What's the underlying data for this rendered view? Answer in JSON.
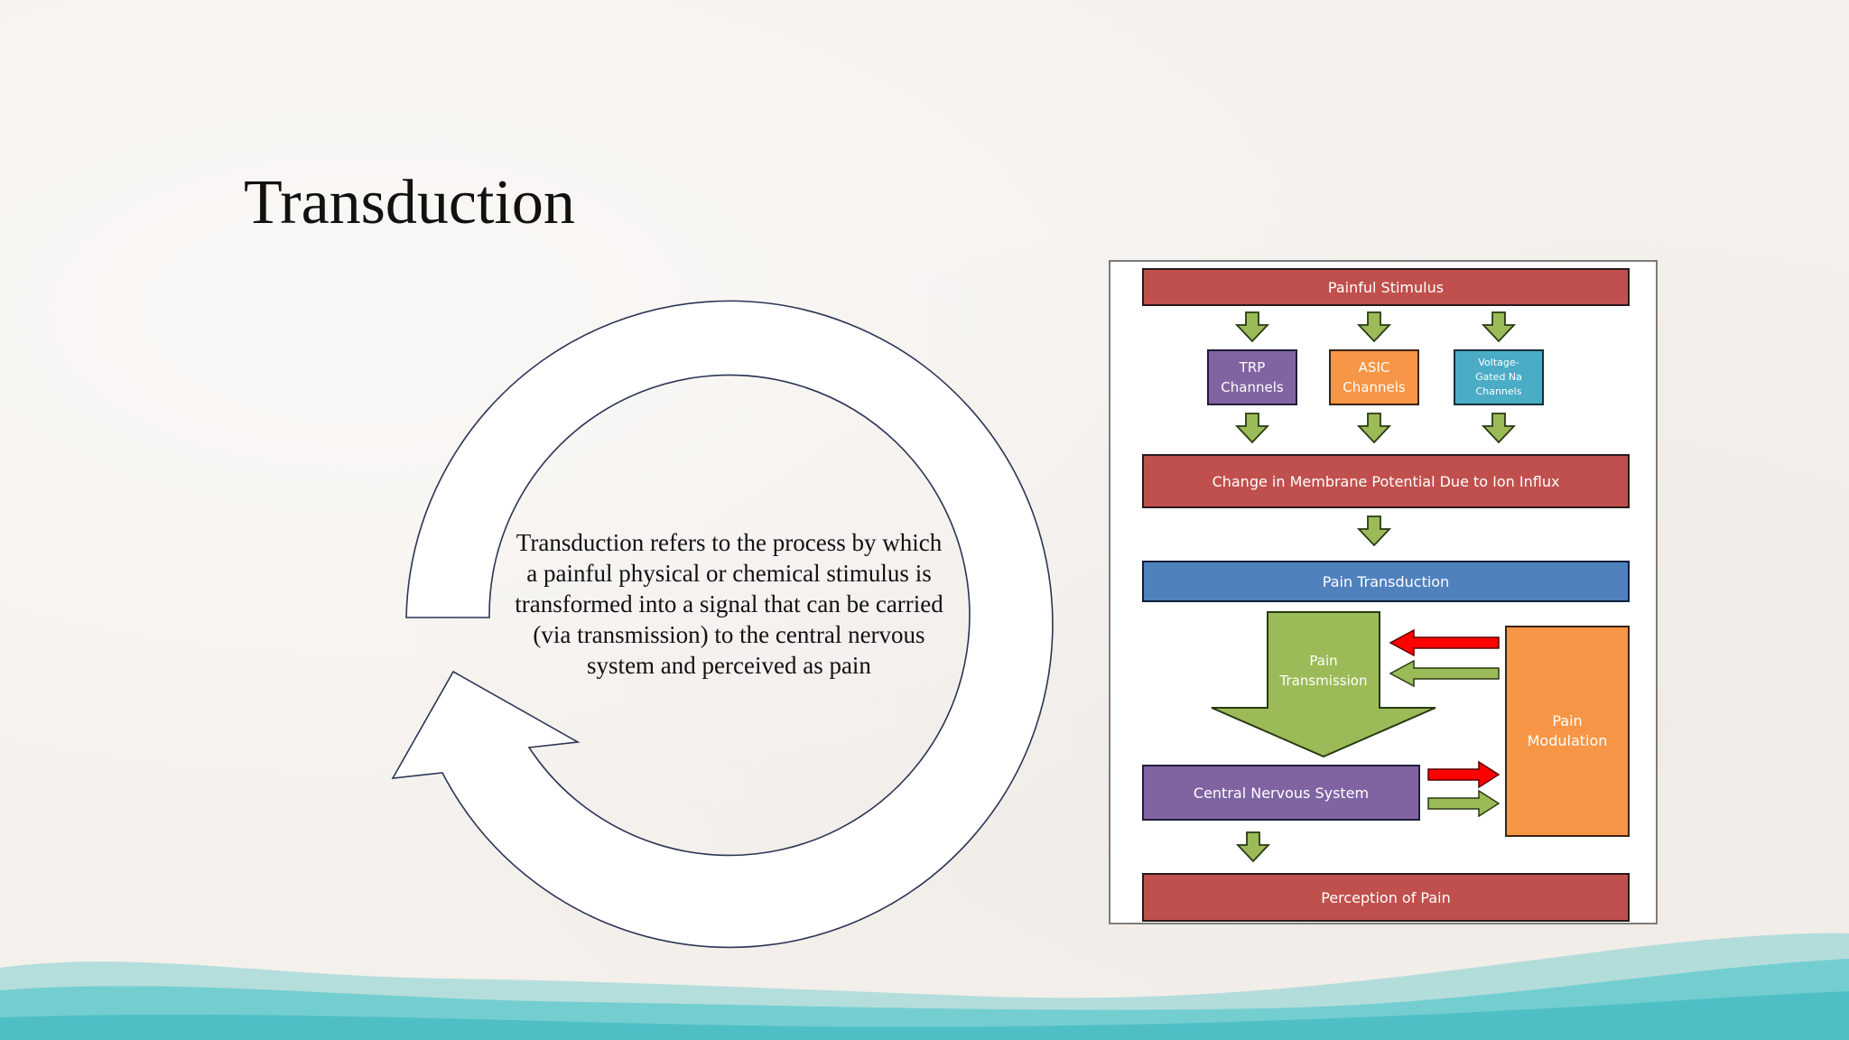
{
  "slide": {
    "title": "Transduction",
    "cycle_text": "Transduction refers to the process by which a painful physical or chemical stimulus is transformed into a signal that can be carried (via transmission) to the central nervous system and perceived as pain"
  },
  "diagram": {
    "painful_stimulus": "Painful Stimulus",
    "trp": "TRP Channels",
    "asic": "ASIC Channels",
    "voltage_gated": "Voltage-Gated Na Channels",
    "membrane": "Change in Membrane Potential Due to Ion Influx",
    "transduction": "Pain Transduction",
    "transmission": "Pain Transmission",
    "modulation": "Pain Modulation",
    "cns": "Central Nervous System",
    "perception": "Perception of Pain"
  },
  "colors": {
    "red_box": "#c0504d",
    "purple_box": "#8064a2",
    "orange_box": "#f79646",
    "teal_box": "#4bacc6",
    "blue_box": "#4f81bd",
    "green_arrow": "#9bbb59",
    "red_arrow": "#ff0000",
    "wave": "#5fc8cc"
  }
}
